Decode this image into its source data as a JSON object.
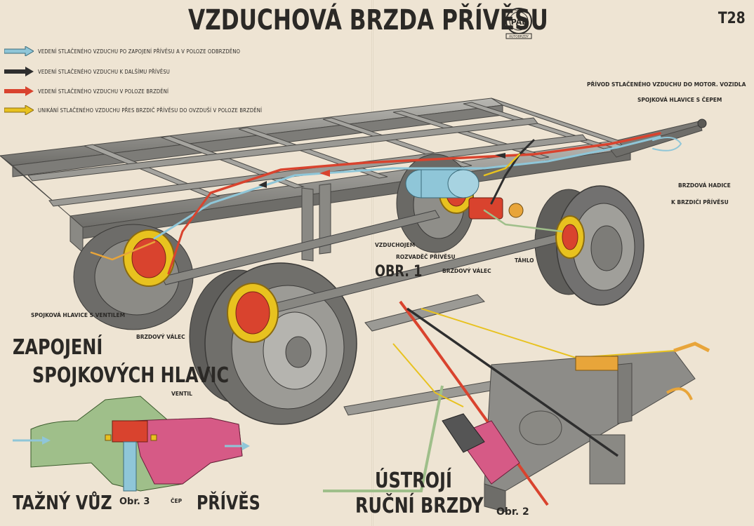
{
  "title": "VZDUCHOVÁ BRZDA PŘÍVĚSU",
  "code": "T28",
  "logo": {
    "top": "TESNIČ",
    "middle": "PAL",
    "bottom": "AUTOBRZDY"
  },
  "legend": [
    {
      "color": "#8fc6d8",
      "text": "VEDENÍ STLAČENÉHO VZDUCHU PO ZAPOJENÍ PŘÍVĚSU A V POLOZE ODBRZDĚNO"
    },
    {
      "color": "#2e2e2e",
      "text": "VEDENÍ STLAČENÉHO VZDUCHU K DALŠÍMU PŘÍVĚSU"
    },
    {
      "color": "#d9432e",
      "text": "VEDENÍ STLAČENÉHO VZDUCHU V POLOZE BRZDĚNÍ"
    },
    {
      "color": "#e8c21f",
      "text": "UNIKÁNÍ STLAČENÉHO VZDUCHU PŘES BRZDIČ PŘÍVĚSU DO OVZDUŠÍ V POLOZE BRZDĚNÍ"
    }
  ],
  "labels": {
    "privod": "PŘÍVOD STLAČENÉHO VZDUCHU DO MOTOR. VOZIDLA",
    "spojkova_cep": "SPOJKOVÁ HLAVICE S ČEPEM",
    "brzdova_hadice": "BRZDOVÁ HADICE",
    "k_brzdici": "K BRZDIČI PŘÍVĚSU",
    "vzduchojem": "VZDUCHOJEM",
    "rozvadec": "ROZVADĚČ PŘÍVĚSU",
    "brzdovy_valec_r": "BRZDOVÝ VÁLEC",
    "tahlo": "TÁHLO",
    "spojkova_ventil": "SPOJKOVÁ HLAVICE S VENTILEM",
    "brzdovy_valec_l": "BRZDOVÝ VÁLEC",
    "ventil": "VENTIL",
    "cep": "ČEP"
  },
  "figures": {
    "obr1": "OBR. 1",
    "obr2": "Obr. 2",
    "obr3": "Obr. 3"
  },
  "headings": {
    "zapojeni_1": "ZAPOJENÍ",
    "zapojeni_2": "SPOJKOVÝCH HLAVIC",
    "tazny": "TAŽNÝ VŮZ",
    "prives": "PŘÍVĚS",
    "ustroji_1": "ÚSTROJÍ",
    "ustroji_2": "RUČNÍ BRZDY"
  },
  "colors": {
    "frame": "#8d8c88",
    "frame_dark": "#5f5e5b",
    "tire": "#6d6c69",
    "hub": "#a9a8a3",
    "red": "#d9432e",
    "yellow": "#e8c21f",
    "blue": "#8fc6d8",
    "green": "#9fbf8a",
    "pink": "#d65a86",
    "orange": "#e8a53a"
  },
  "icons": [
    "arrow-blue-icon",
    "arrow-black-icon",
    "arrow-red-icon",
    "arrow-yellow-icon",
    "pal-logo-icon"
  ]
}
